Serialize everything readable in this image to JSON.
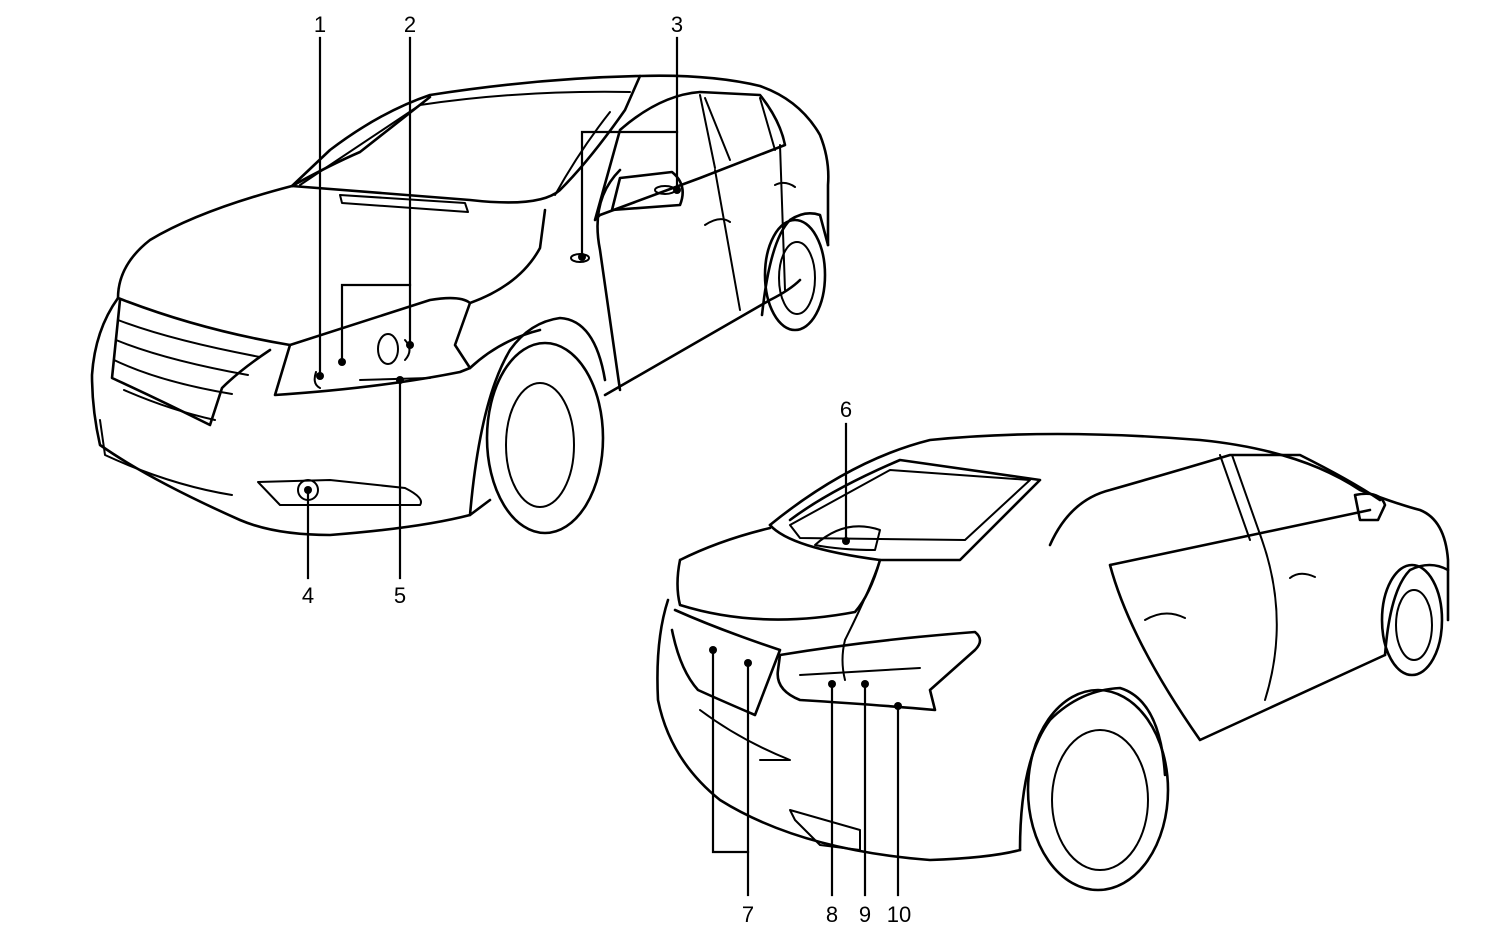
{
  "diagram": {
    "views": [
      "front-view",
      "rear-view"
    ],
    "callouts": [
      {
        "id": "c1",
        "label": "1"
      },
      {
        "id": "c2",
        "label": "2"
      },
      {
        "id": "c3",
        "label": "3"
      },
      {
        "id": "c4",
        "label": "4"
      },
      {
        "id": "c5",
        "label": "5"
      },
      {
        "id": "c6",
        "label": "6"
      },
      {
        "id": "c7",
        "label": "7"
      },
      {
        "id": "c8",
        "label": "8"
      },
      {
        "id": "c9",
        "label": "9"
      },
      {
        "id": "c10",
        "label": "10"
      }
    ]
  }
}
